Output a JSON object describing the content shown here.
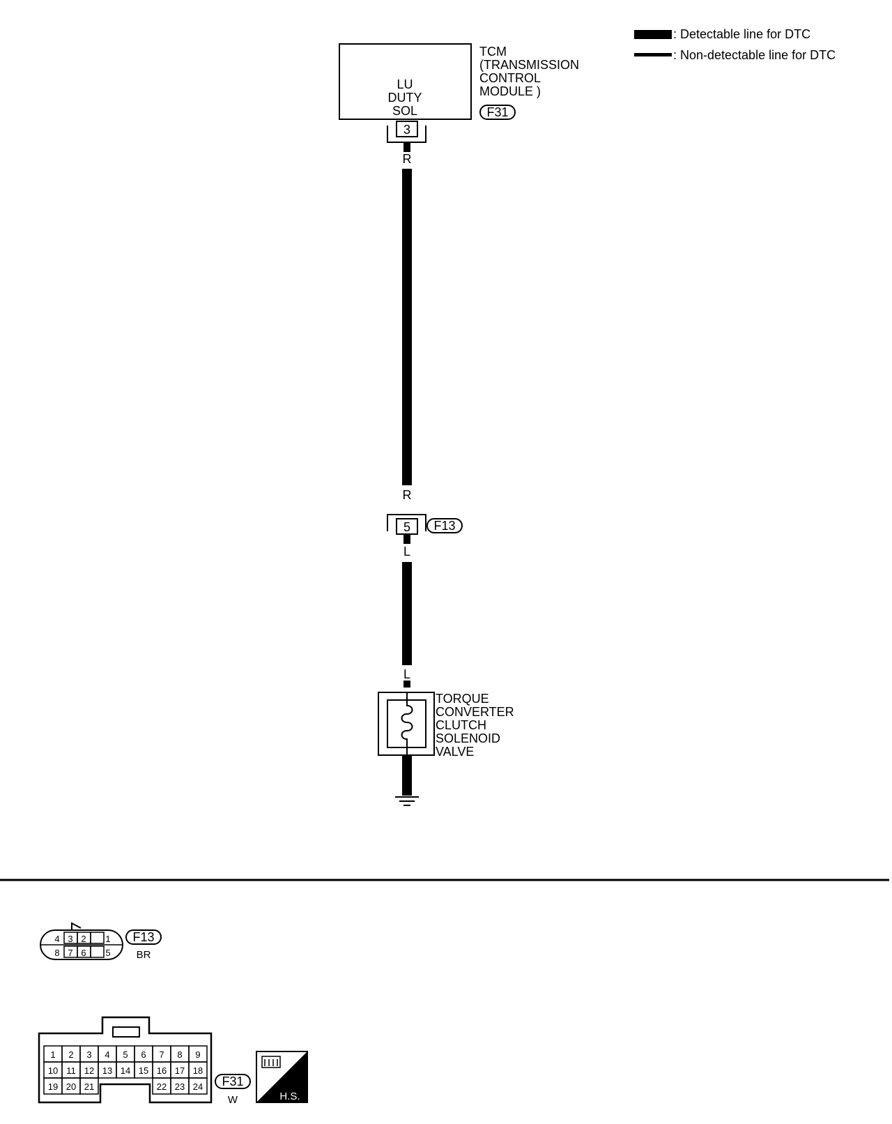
{
  "legend": {
    "detectable_label": ": Detectable line for DTC",
    "nondetectable_label": ": Non-detectable line for DTC"
  },
  "tcm": {
    "name_lines": [
      "TCM",
      "(TRANSMISSION",
      "CONTROL",
      "MODULE )"
    ],
    "terminal_label_lines": [
      "LU",
      "DUTY",
      "SOL"
    ],
    "connector_id": "F31",
    "pin": "3"
  },
  "wire_top": {
    "color_code_upper": "R",
    "color_code_lower": "R"
  },
  "joint_connector": {
    "connector_id": "F13",
    "pin": "5"
  },
  "wire_bottom": {
    "color_code_upper": "L",
    "color_code_lower": "L"
  },
  "solenoid": {
    "name_lines": [
      "TORQUE",
      "CONVERTER",
      "CLUTCH",
      "SOLENOID",
      "VALVE"
    ]
  },
  "connector_views": {
    "f13": {
      "id": "F13",
      "color": "BR",
      "top_row": [
        "4",
        "3",
        "2",
        "1"
      ],
      "bottom_row": [
        "8",
        "7",
        "6",
        "5"
      ]
    },
    "f31": {
      "id": "F31",
      "color": "W",
      "row1": [
        "1",
        "2",
        "3",
        "4",
        "5",
        "6",
        "7",
        "8",
        "9"
      ],
      "row2": [
        "10",
        "11",
        "12",
        "13",
        "14",
        "15",
        "16",
        "17",
        "18"
      ],
      "row3_left": [
        "19",
        "20",
        "21"
      ],
      "row3_right": [
        "22",
        "23",
        "24"
      ],
      "badge": "H.S."
    }
  }
}
